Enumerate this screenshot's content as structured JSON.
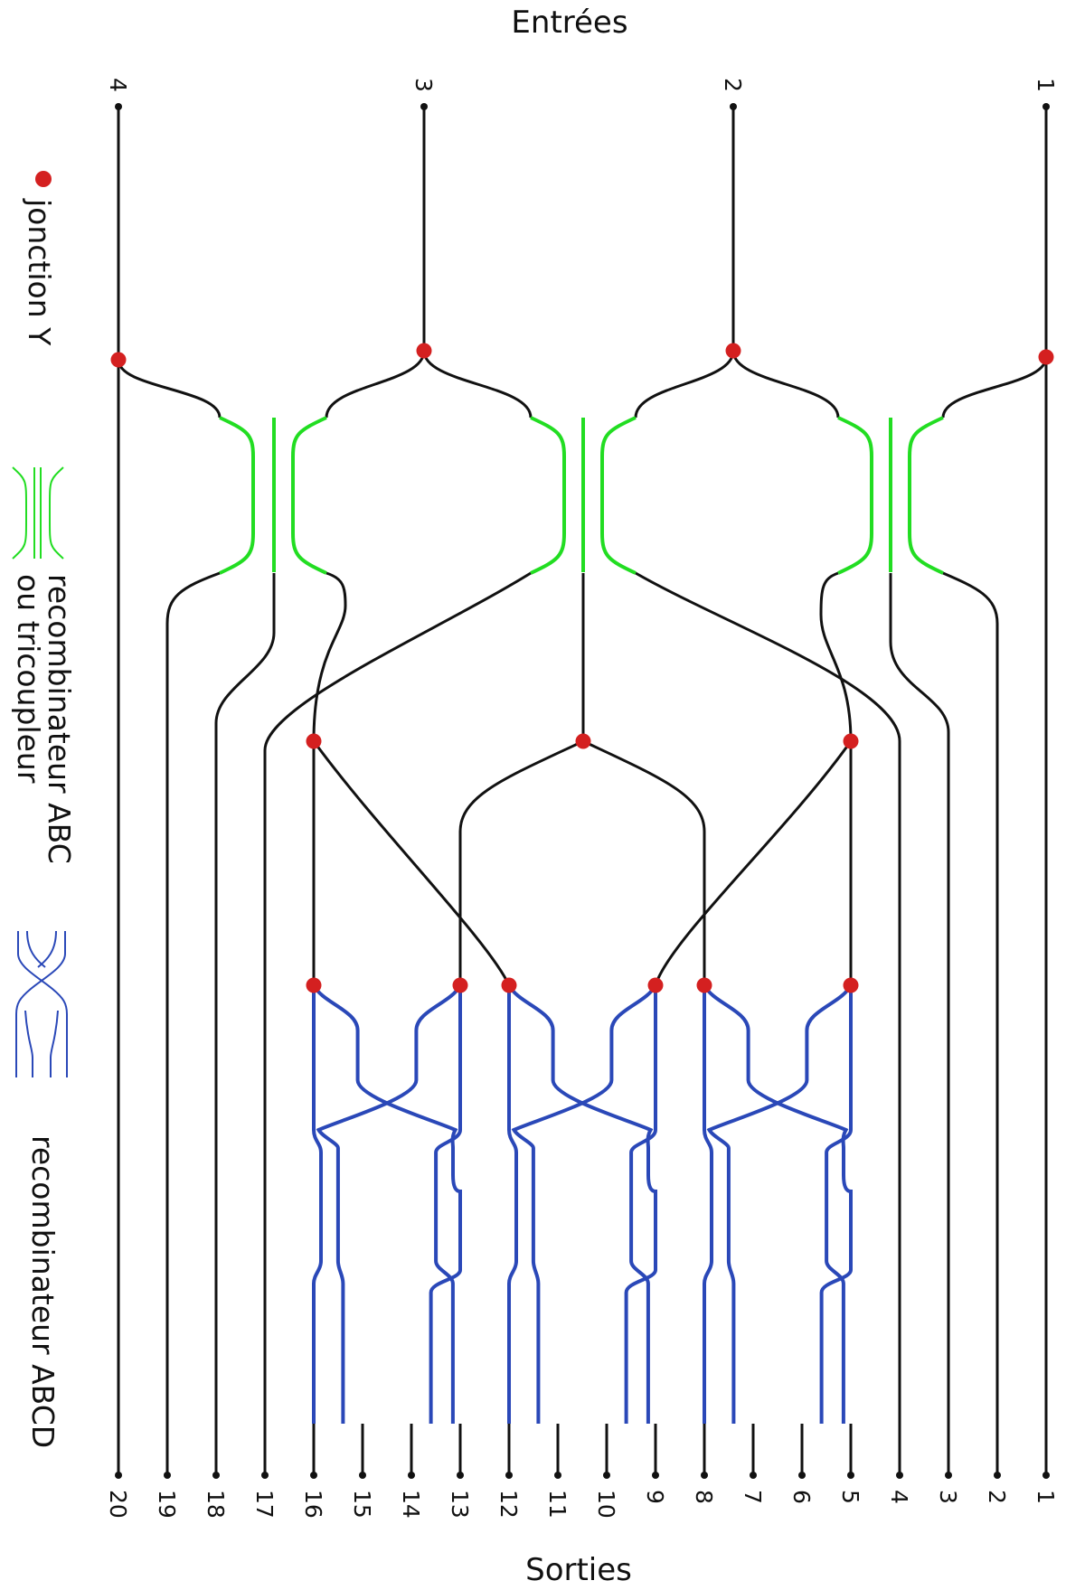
{
  "title_top": "Entrées",
  "title_bottom": "Sorties",
  "inputs": [
    "1",
    "2",
    "3",
    "4"
  ],
  "outputs": [
    "1",
    "2",
    "3",
    "4",
    "5",
    "6",
    "7",
    "8",
    "9",
    "10",
    "11",
    "12",
    "13",
    "14",
    "15",
    "16",
    "17",
    "18",
    "19",
    "20"
  ],
  "legend": {
    "y_junction": "jonction Y",
    "abc_line1": "recombinateur ABC",
    "abc_line2": "ou tricoupleur",
    "abcd": "recombinateur ABCD"
  },
  "colors": {
    "waveguide": "#111111",
    "junction": "#d42020",
    "abc_recombiner": "#22dd22",
    "abcd_recombiner": "#2a48b8"
  }
}
